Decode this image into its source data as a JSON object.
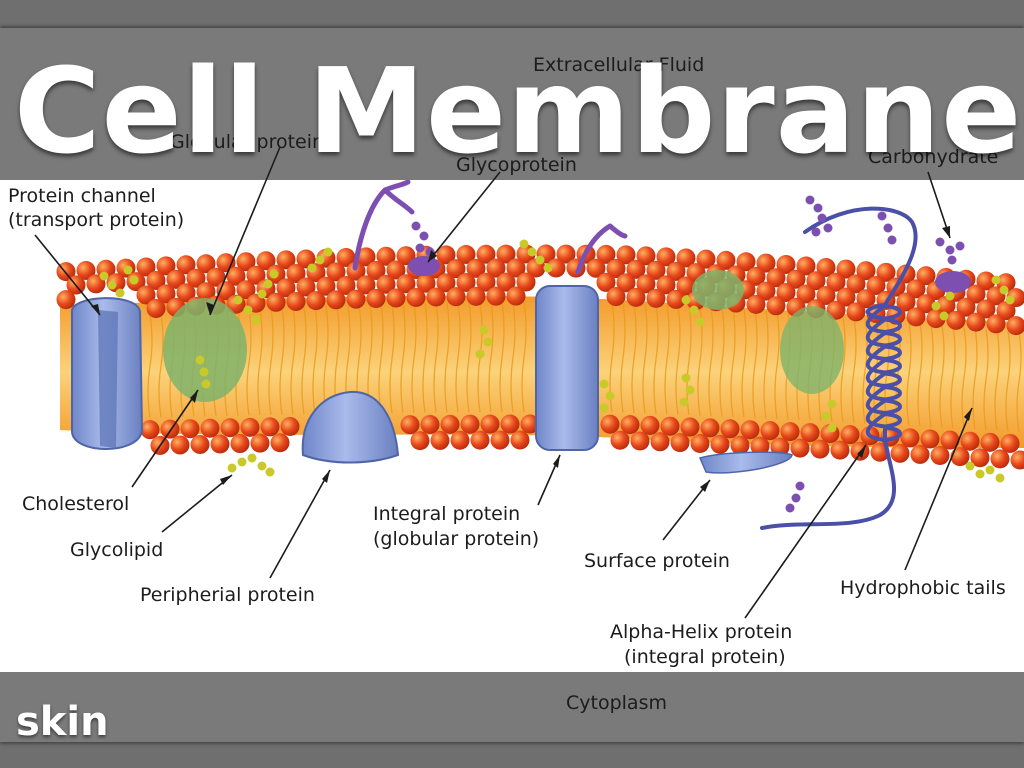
{
  "slide": {
    "title": "Cell Membrane",
    "caption": "skin"
  },
  "diagram": {
    "labels": {
      "extracellular_fluid": "Extracellular Fluid",
      "cytoplasm": "Cytoplasm",
      "globular_protein": "Globular protein",
      "glycoprotein": "Glycoprotein",
      "carbohydrate": "Carbohydrate",
      "protein_channel": [
        "Protein channel",
        "(transport protein)"
      ],
      "cholesterol": "Cholesterol",
      "glycolipid": "Glycolipid",
      "peripheral_protein": "Peripherial protein",
      "integral_protein": [
        "Integral protein",
        "(globular protein)"
      ],
      "surface_protein": "Surface protein",
      "alpha_helix_protein": [
        "Alpha-Helix protein",
        "(integral protein)"
      ],
      "hydrophobic_tails": "Hydrophobic tails"
    }
  },
  "colors": {
    "phospholipid_head": "#e8481c",
    "tail_zone": "#f7b13a",
    "protein": "#8aa0d8",
    "globular": "#7fb36a",
    "sugar_chain": "#c9c92a",
    "glyco": "#7d4fb0",
    "helix": "#4a4fa8"
  }
}
